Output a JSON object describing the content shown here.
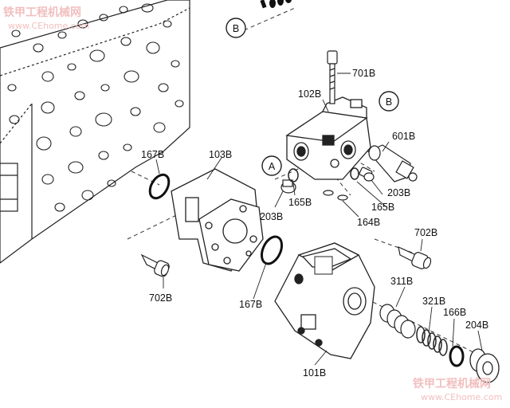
{
  "watermarks": {
    "top_cn": "铁甲工程机械网",
    "top_url": "www.CEhome.com",
    "bottom_cn": "铁甲工程机械网",
    "bottom_url": "www.CEhome.com",
    "color": "#f2bfbf"
  },
  "callouts": {
    "b_top": "B",
    "b_right": "B",
    "a": "A"
  },
  "part_labels": {
    "p701B": "701B",
    "p102B": "102B",
    "p601B": "601B",
    "p167B_left": "167B",
    "p103B": "103B",
    "p203B_left": "203B",
    "p165B_left": "165B",
    "p165B_right": "165B",
    "p203B_right": "203B",
    "p164B": "164B",
    "p702B_left": "702B",
    "p702B_right": "702B",
    "p167B_mid": "167B",
    "p311B": "311B",
    "p321B": "321B",
    "p166B": "166B",
    "p204B": "204B",
    "p101B": "101B"
  }
}
